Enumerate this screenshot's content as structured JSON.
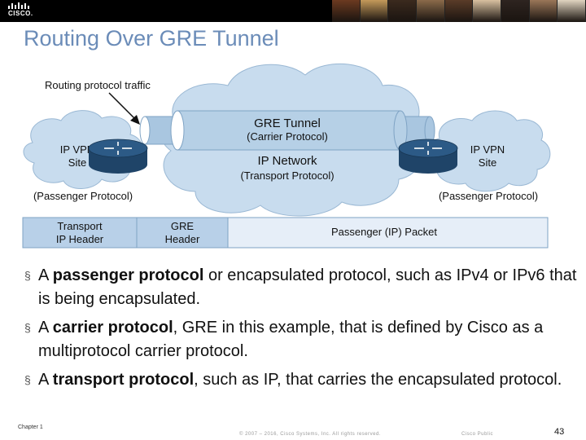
{
  "header": {
    "logo_text": "CISCO.",
    "photo_colors": [
      "#6b3a20",
      "#c49a5a",
      "#3b2a1e",
      "#8a6a4a",
      "#5a3c28",
      "#d8c0a0",
      "#2e2420",
      "#9a7658",
      "#e0d4c0"
    ]
  },
  "slide": {
    "title": "Routing Over GRE Tunnel"
  },
  "diagram": {
    "annotation": "Routing protocol traffic",
    "tunnel_label": "GRE Tunnel",
    "tunnel_sublabel": "(Carrier Protocol)",
    "network_label": "IP Network",
    "network_sublabel": "(Transport Protocol)",
    "left_site": {
      "line1": "IP VPN",
      "line2": "Site",
      "protocol": "(Passenger Protocol)"
    },
    "right_site": {
      "line1": "IP VPN",
      "line2": "Site",
      "protocol": "(Passenger Protocol)"
    },
    "packet": {
      "transport_line1": "Transport",
      "transport_line2": "IP Header",
      "gre_line1": "GRE",
      "gre_line2": "Header",
      "payload": "Passenger (IP) Packet"
    },
    "colors": {
      "cloud": "#c8dcee",
      "tunnel": "#a9c6e0",
      "router_top": "#2c5a86",
      "router_side": "#1f4468",
      "header_cell": "#b8d0e8",
      "payload_cell": "#e6eef8"
    }
  },
  "bullets": [
    {
      "marker": "§",
      "prefix": "A ",
      "bold": "passenger protocol",
      "rest": " or encapsulated protocol, such as IPv4 or IPv6 that is being encapsulated."
    },
    {
      "marker": "§",
      "prefix": "A ",
      "bold": "carrier protocol",
      "rest": ", GRE in this example, that is defined by Cisco as a multiprotocol carrier protocol."
    },
    {
      "marker": "§",
      "prefix": "A ",
      "bold": "transport protocol",
      "rest": ", such as IP, that carries the encapsulated protocol."
    }
  ],
  "footer": {
    "chapter": "Chapter 1",
    "copyright": "© 2007 – 2016, Cisco Systems, Inc. All rights reserved.",
    "classification": "Cisco Public",
    "page_number": "43"
  }
}
